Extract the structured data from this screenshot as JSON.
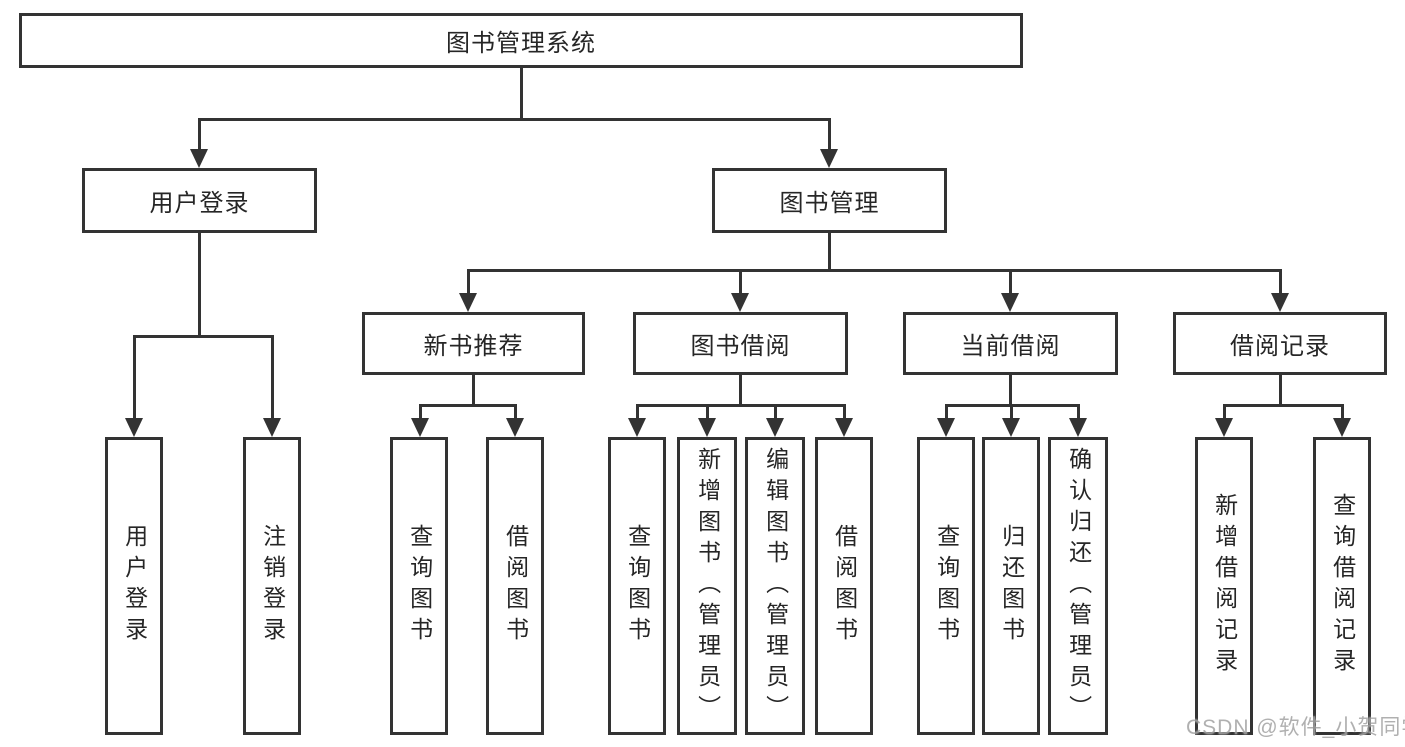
{
  "diagram_title": "图书管理系统",
  "colors": {
    "background": "#ffffff",
    "line": "#333333",
    "box_border": "#333333",
    "text": "#262626",
    "watermark": "#a3a3a3"
  },
  "tree": {
    "label": "图书管理系统",
    "children": [
      {
        "label": "用户登录",
        "children": [
          {
            "label": "用户登录"
          },
          {
            "label": "注销登录"
          }
        ]
      },
      {
        "label": "图书管理",
        "children": [
          {
            "label": "新书推荐",
            "children": [
              {
                "label": "查询图书"
              },
              {
                "label": "借阅图书"
              }
            ]
          },
          {
            "label": "图书借阅",
            "children": [
              {
                "label": "查询图书"
              },
              {
                "label": "新增图书（管理员）"
              },
              {
                "label": "编辑图书（管理员）"
              },
              {
                "label": "借阅图书"
              }
            ]
          },
          {
            "label": "当前借阅",
            "children": [
              {
                "label": "查询图书"
              },
              {
                "label": "归还图书"
              },
              {
                "label": "确认归还（管理员）"
              }
            ]
          },
          {
            "label": "借阅记录",
            "children": [
              {
                "label": "新增借阅记录"
              },
              {
                "label": "查询借阅记录"
              }
            ]
          }
        ]
      }
    ]
  },
  "watermark": "CSDN @软件_小贺同学"
}
